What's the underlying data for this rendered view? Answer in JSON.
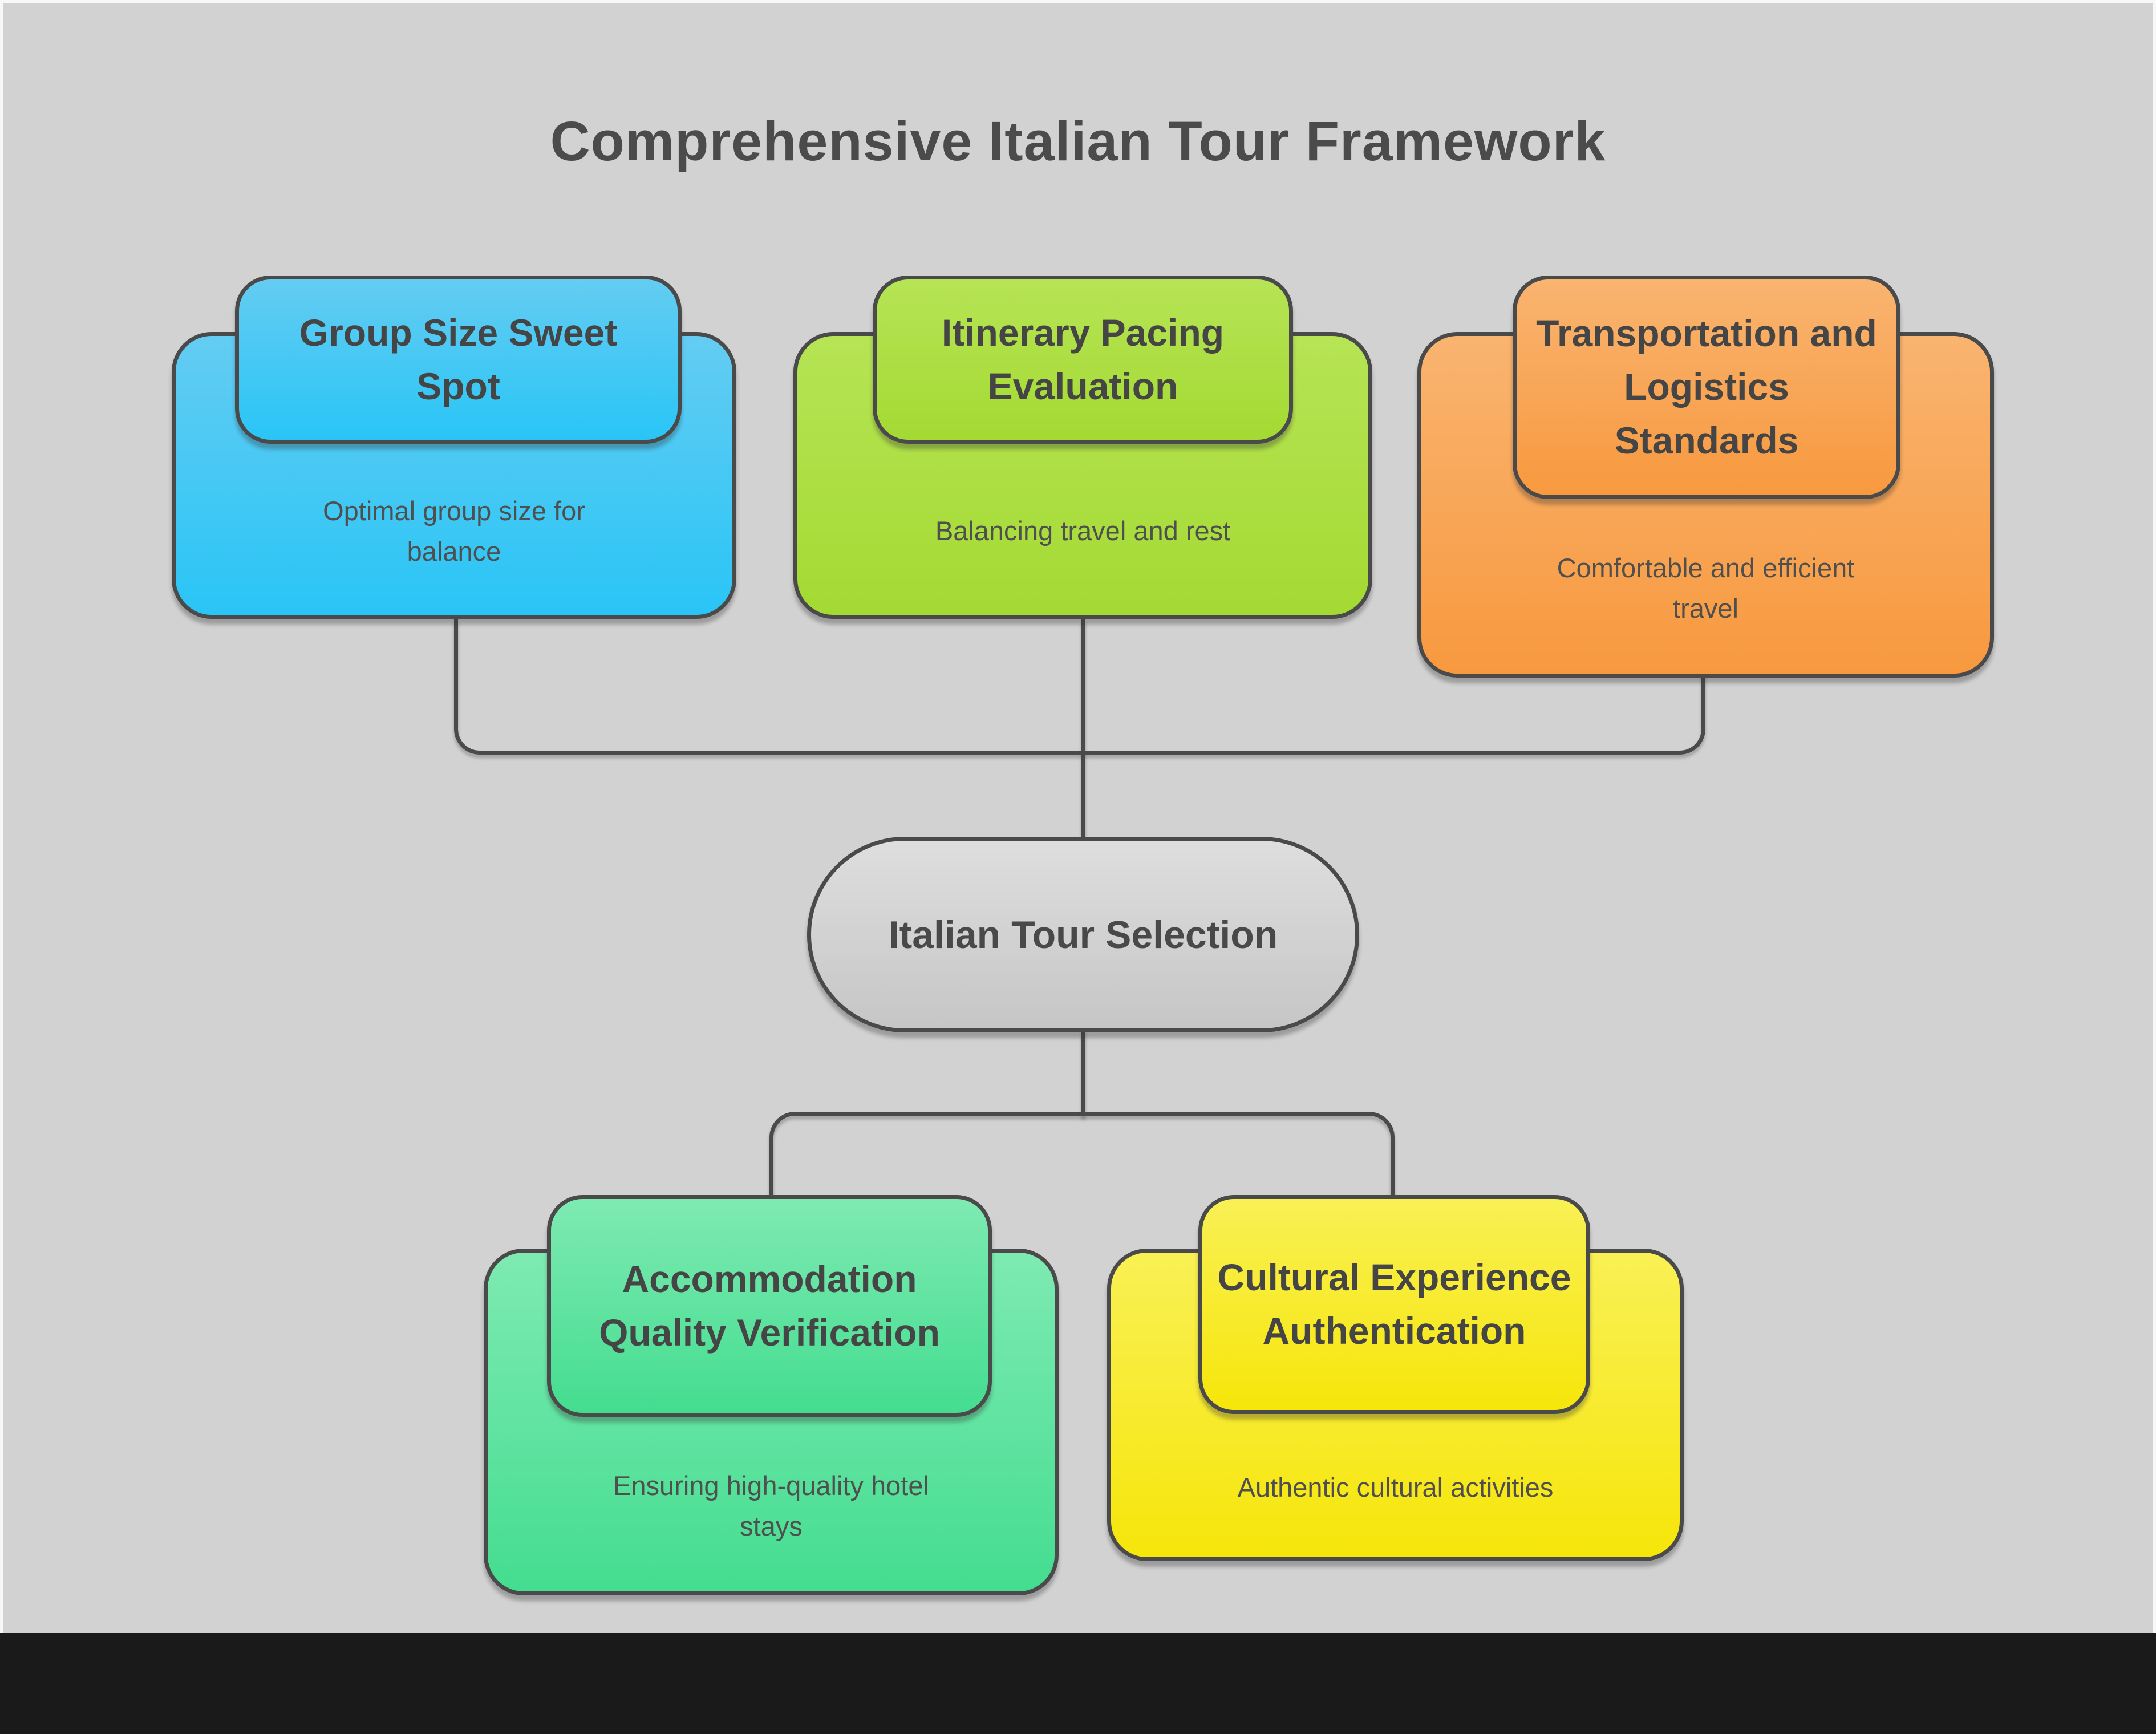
{
  "title": "Comprehensive Italian Tour Framework",
  "center_node": {
    "label": "Italian Tour Selection",
    "color_top": "#dedede",
    "color_bottom": "#c6c6c6"
  },
  "nodes": [
    {
      "id": "group-size-sweet-spot",
      "title": "Group Size Sweet Spot",
      "subtitle": "Optimal group size for balance",
      "color_top": "#64ccf2",
      "color_bottom": "#29c5f6"
    },
    {
      "id": "itinerary-pacing-evaluation",
      "title": "Itinerary Pacing Evaluation",
      "subtitle": "Balancing travel and rest",
      "color_top": "#b6e455",
      "color_bottom": "#a4da33"
    },
    {
      "id": "transportation-logistics-standards",
      "title": "Transportation and Logistics Standards",
      "subtitle": "Comfortable and efficient travel",
      "color_top": "#f9b470",
      "color_bottom": "#f8993f"
    },
    {
      "id": "accommodation-quality-verification",
      "title": "Accommodation Quality Verification",
      "subtitle": "Ensuring high-quality hotel stays",
      "color_top": "#7eeab2",
      "color_bottom": "#44dd90"
    },
    {
      "id": "cultural-experience-authentication",
      "title": "Cultural Experience Authentication",
      "subtitle": "Authentic cultural activities",
      "color_top": "#f9f055",
      "color_bottom": "#f6e60a"
    }
  ],
  "edges": [
    {
      "from": "group-size-sweet-spot",
      "to": "italian-tour-selection"
    },
    {
      "from": "itinerary-pacing-evaluation",
      "to": "italian-tour-selection"
    },
    {
      "from": "transportation-logistics-standards",
      "to": "italian-tour-selection"
    },
    {
      "from": "italian-tour-selection",
      "to": "accommodation-quality-verification"
    },
    {
      "from": "italian-tour-selection",
      "to": "cultural-experience-authentication"
    }
  ],
  "colors": {
    "page_background": "#f8f8f8",
    "canvas_background": "#d2d2d2",
    "border_and_lines": "#4a4a4a",
    "text": "#4b4b4b",
    "footer_bar": "#1a1a1a"
  }
}
